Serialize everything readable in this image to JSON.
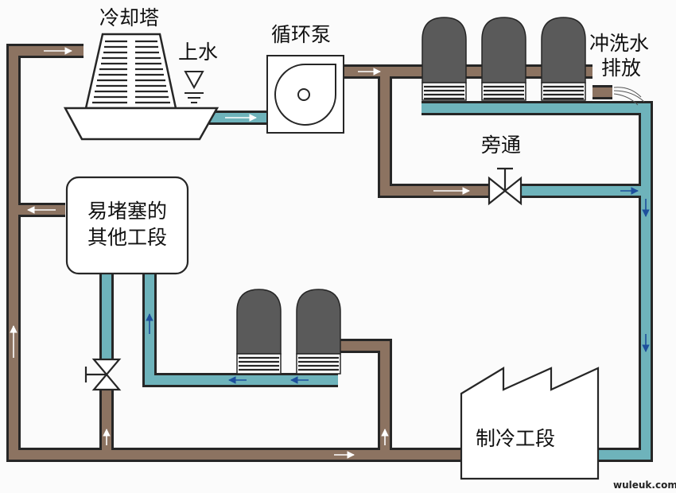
{
  "labels": {
    "cooling_tower": "冷却塔",
    "makeup_water": "上水",
    "circulation_pump": "循环泵",
    "flush_discharge_line1": "冲洗水",
    "flush_discharge_line2": "排放",
    "bypass": "旁通",
    "other_section_line1": "易堵塞的",
    "other_section_line2": "其他工段",
    "refrigeration_section": "制冷工段"
  },
  "watermark": "wuleuk.com",
  "colors": {
    "pipe_brown": "#8c7361",
    "pipe_teal": "#6eb3bb",
    "pipe_outline": "#262626",
    "filter_tank": "#5a5a5a",
    "background": "#fbfbfb"
  }
}
